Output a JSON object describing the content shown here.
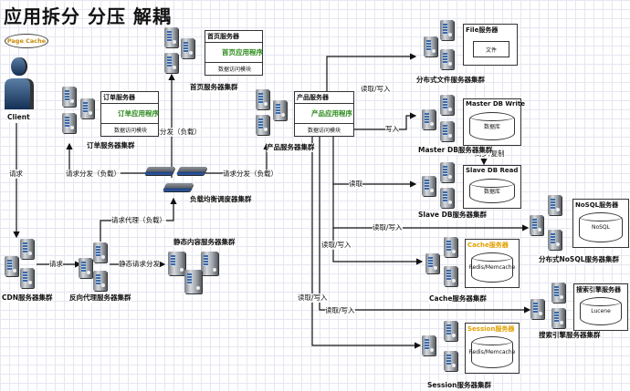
{
  "title": "应用拆分 分压 解耦",
  "page_cache": "Page Cache",
  "client": "Client",
  "clusters": {
    "homepage": {
      "header": "首页服务器",
      "app": "首页应用程序",
      "dal": "数据访问模块",
      "cluster_label": "首页服务器集群"
    },
    "order": {
      "header": "订单服务器",
      "app": "订单应用程序",
      "dal": "数据访问模块",
      "cluster_label": "订单服务器集群"
    },
    "product": {
      "header": "产品服务器",
      "app": "产品应用程序",
      "dal": "数据访问模块",
      "cluster_label": "产品服务器集群"
    },
    "load_balancer": {
      "cluster_label": "负载均衡调度器集群"
    },
    "cdn": {
      "cluster_label": "CDN服务器集群"
    },
    "reverse_proxy": {
      "cluster_label": "反向代理服务器集群"
    },
    "static": {
      "cluster_label": "静态内容服务器集群"
    },
    "file": {
      "header": "File服务器",
      "content": "文件",
      "cluster_label": "分布式文件服务器集群"
    },
    "master_db": {
      "header": "Master DB Write",
      "content": "数据库",
      "cluster_label": "Master DB服务器集群"
    },
    "slave_db": {
      "header": "Slave DB Read",
      "content": "数据库",
      "cluster_label": "Slave DB服务器集群"
    },
    "nosql": {
      "header": "NoSQL服务器",
      "content": "NoSQL",
      "cluster_label": "分布式NoSQL服务器集群"
    },
    "cache": {
      "header": "Cache服务器",
      "content": "Redis/Memcache",
      "cluster_label": "Cache服务器集群"
    },
    "search": {
      "header": "搜索引擎服务器",
      "content": "Lucene",
      "cluster_label": "搜索引擎服务器集群"
    },
    "session": {
      "header": "Session服务器",
      "content": "Redis/Memcache",
      "cluster_label": "Session服务器集群"
    }
  },
  "edges": {
    "client_request": "请求",
    "cdn_to_proxy": "请求",
    "proxy_to_lb": "请求代理（负载）",
    "proxy_to_static": "静态请求分发",
    "lb_to_order": "请求分发（负载）",
    "lb_to_home": "请求分发（负载）",
    "lb_to_product": "请求分发（负载）",
    "to_file": "读取/写入",
    "to_master": "写入",
    "master_to_slave": "同步/复制",
    "to_slave": "读取",
    "to_nosql": "读取/写入",
    "to_cache": "读取/写入",
    "to_search": "读取/写入",
    "to_session": "读取/写入"
  }
}
